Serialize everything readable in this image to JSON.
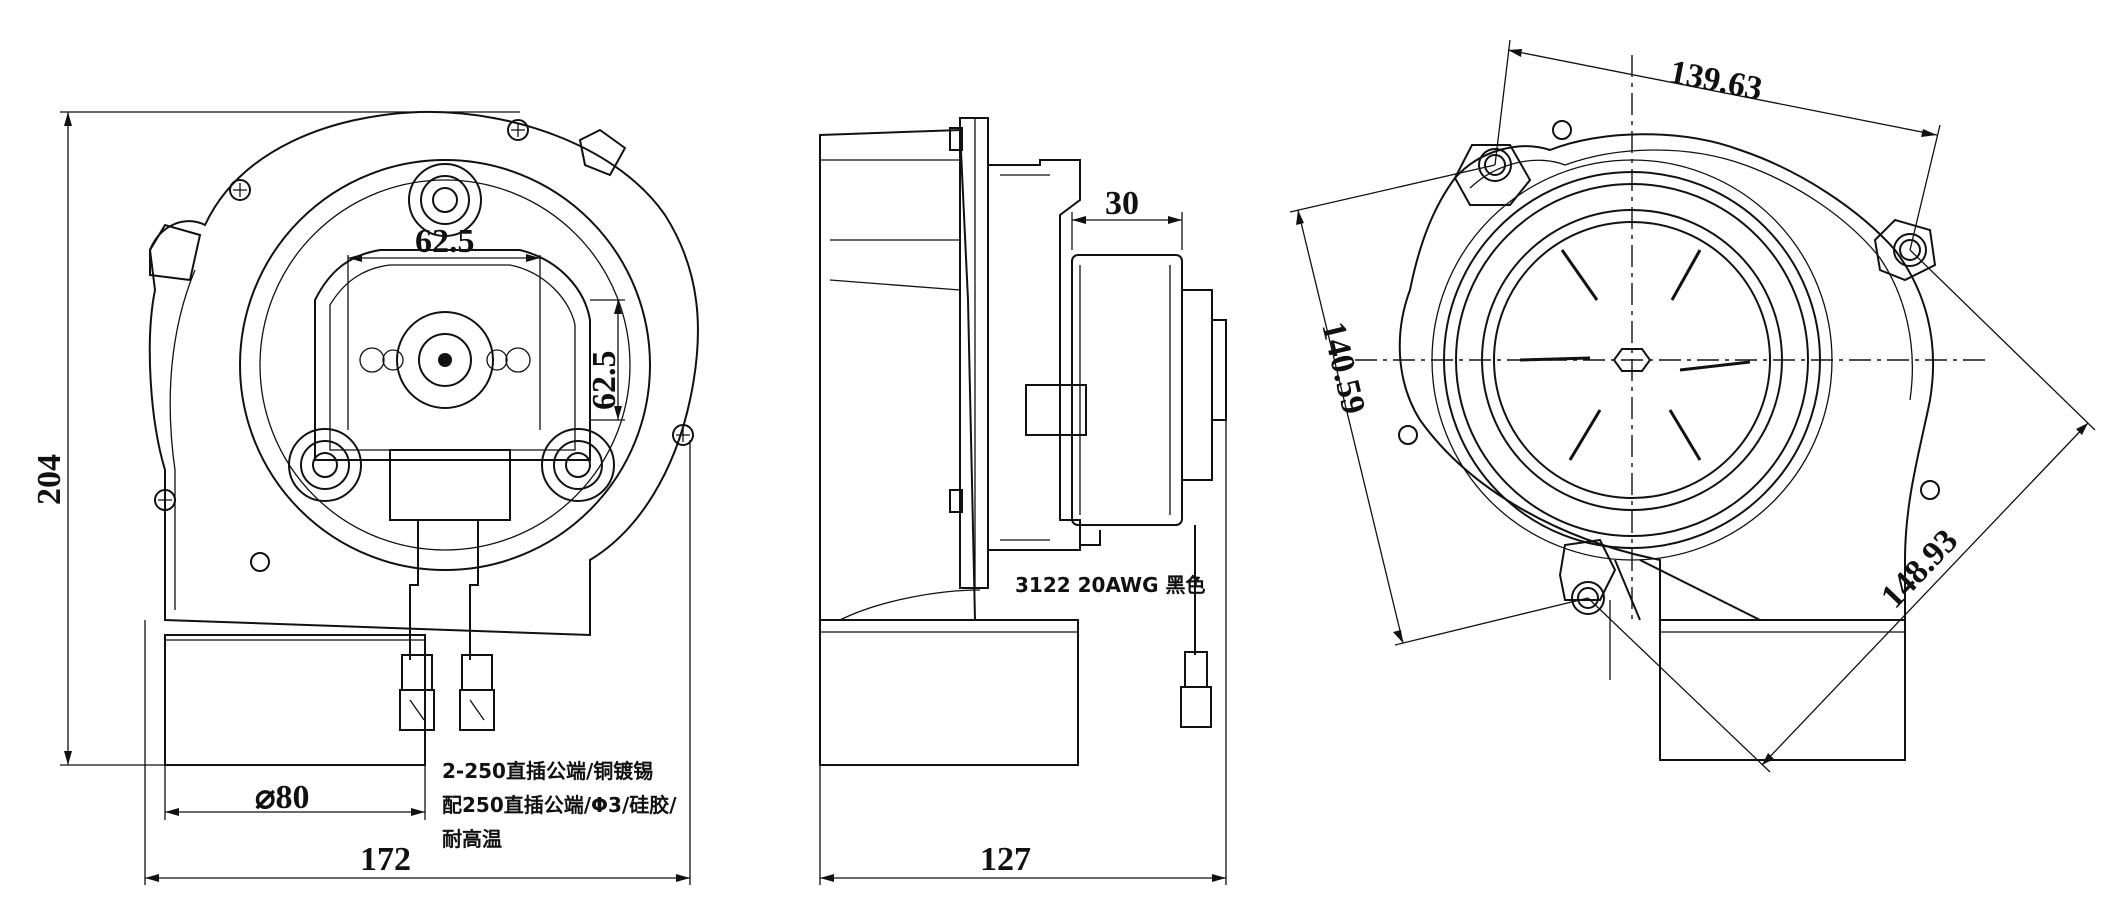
{
  "front_view": {
    "dims": {
      "mount_spacing_h": "62.5",
      "mount_spacing_v": "62.5",
      "height": "204",
      "width": "172",
      "outlet_dia": "⌀80"
    },
    "terminal_note": [
      "2-250直插公端/铜镀锡",
      "配250直插公端/Φ3/硅胶/",
      "耐高温"
    ]
  },
  "side_view": {
    "dims": {
      "motor_width": "30",
      "depth": "127"
    },
    "wire_note": "3122 20AWG 黑色"
  },
  "rear_view": {
    "dims": {
      "hole_span_top": "139.63",
      "hole_span_left": "140.59",
      "hole_span_right": "148.93"
    }
  }
}
